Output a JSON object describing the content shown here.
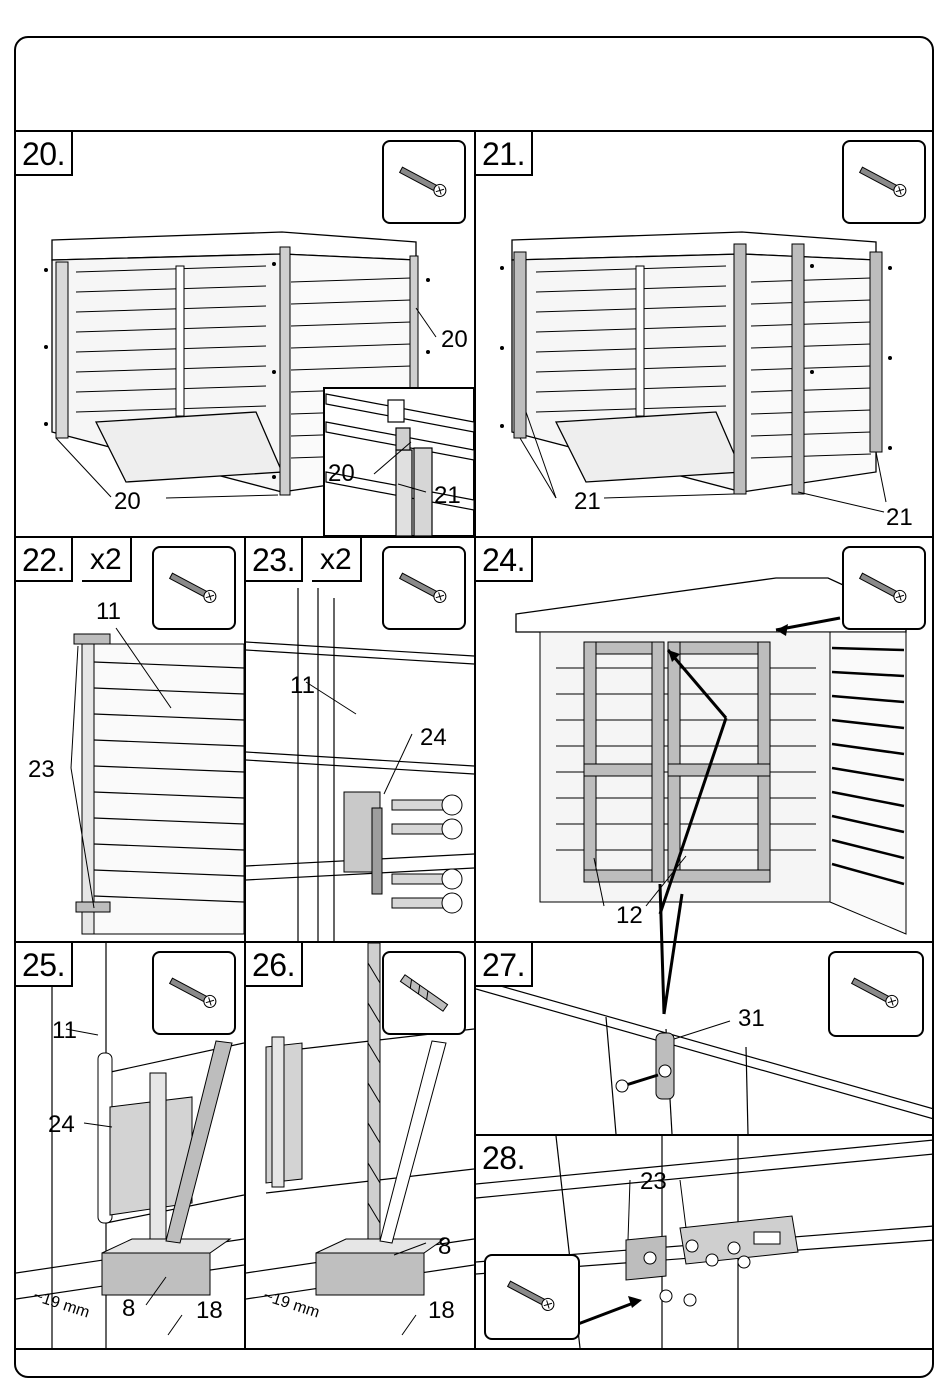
{
  "steps": [
    {
      "number": "20.",
      "labels": {
        "a": "20",
        "b": "20",
        "c": "20",
        "d": "21"
      }
    },
    {
      "number": "21.",
      "labels": {
        "a": "21",
        "b": "21"
      }
    },
    {
      "number": "22.",
      "multiplier": "x2",
      "labels": {
        "a": "11",
        "b": "23"
      }
    },
    {
      "number": "23.",
      "multiplier": "x2",
      "labels": {
        "a": "11",
        "b": "24"
      }
    },
    {
      "number": "24.",
      "labels": {
        "a": "12"
      }
    },
    {
      "number": "25.",
      "labels": {
        "a": "11",
        "b": "24",
        "c": "8",
        "d": "18",
        "dim": "~19 mm"
      }
    },
    {
      "number": "26.",
      "labels": {
        "a": "8",
        "b": "18",
        "dim": "~19 mm"
      }
    },
    {
      "number": "27.",
      "labels": {
        "a": "31"
      }
    },
    {
      "number": "28.",
      "labels": {
        "a": "23"
      }
    }
  ],
  "icons": {
    "screw": "screw-icon",
    "drill_bit": "drill-bit-icon"
  }
}
